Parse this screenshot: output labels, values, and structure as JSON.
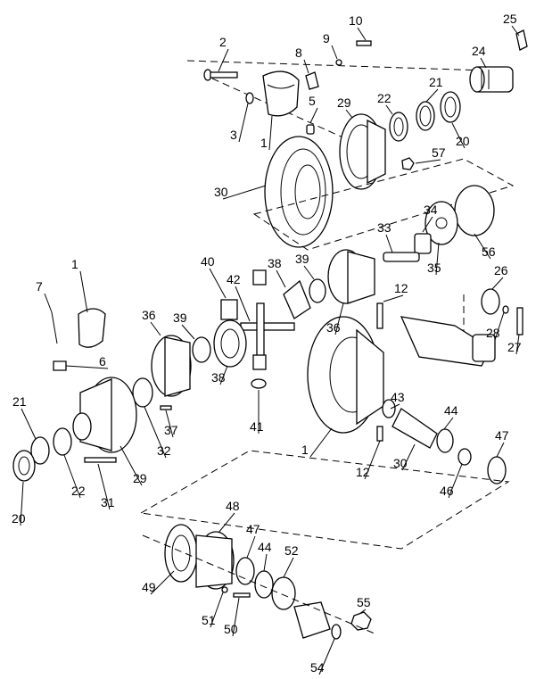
{
  "figure": {
    "type": "exploded parts diagram",
    "callouts": [
      {
        "id": "c10",
        "text": "10"
      },
      {
        "id": "c25",
        "text": "25"
      },
      {
        "id": "c2",
        "text": "2"
      },
      {
        "id": "c9",
        "text": "9"
      },
      {
        "id": "c8",
        "text": "8"
      },
      {
        "id": "c24",
        "text": "24"
      },
      {
        "id": "c5",
        "text": "5"
      },
      {
        "id": "c29a",
        "text": "29"
      },
      {
        "id": "c21a",
        "text": "21"
      },
      {
        "id": "c22a",
        "text": "22"
      },
      {
        "id": "c3",
        "text": "3"
      },
      {
        "id": "c1a",
        "text": "1"
      },
      {
        "id": "c20a",
        "text": "20"
      },
      {
        "id": "c57",
        "text": "57"
      },
      {
        "id": "c30a",
        "text": "30"
      },
      {
        "id": "c34",
        "text": "34"
      },
      {
        "id": "c33",
        "text": "33"
      },
      {
        "id": "c56",
        "text": "56"
      },
      {
        "id": "c35",
        "text": "35"
      },
      {
        "id": "c1b",
        "text": "1"
      },
      {
        "id": "c40",
        "text": "40"
      },
      {
        "id": "c38a",
        "text": "38"
      },
      {
        "id": "c39a",
        "text": "39"
      },
      {
        "id": "c26",
        "text": "26"
      },
      {
        "id": "c7",
        "text": "7"
      },
      {
        "id": "c42",
        "text": "42"
      },
      {
        "id": "c12a",
        "text": "12"
      },
      {
        "id": "c36a",
        "text": "36"
      },
      {
        "id": "c36b",
        "text": "36"
      },
      {
        "id": "c39b",
        "text": "39"
      },
      {
        "id": "c28",
        "text": "28"
      },
      {
        "id": "c27",
        "text": "27"
      },
      {
        "id": "c6",
        "text": "6"
      },
      {
        "id": "c38b",
        "text": "38"
      },
      {
        "id": "c41",
        "text": "41"
      },
      {
        "id": "c43",
        "text": "43"
      },
      {
        "id": "c21b",
        "text": "21"
      },
      {
        "id": "c37",
        "text": "37"
      },
      {
        "id": "c44a",
        "text": "44"
      },
      {
        "id": "c47a",
        "text": "47"
      },
      {
        "id": "c32",
        "text": "32"
      },
      {
        "id": "c1c",
        "text": "1"
      },
      {
        "id": "c29b",
        "text": "29"
      },
      {
        "id": "c30b",
        "text": "30"
      },
      {
        "id": "c22b",
        "text": "22"
      },
      {
        "id": "c31",
        "text": "31"
      },
      {
        "id": "c12b",
        "text": "12"
      },
      {
        "id": "c46",
        "text": "46"
      },
      {
        "id": "c20b",
        "text": "20"
      },
      {
        "id": "c48",
        "text": "48"
      },
      {
        "id": "c47b",
        "text": "47"
      },
      {
        "id": "c44b",
        "text": "44"
      },
      {
        "id": "c52",
        "text": "52"
      },
      {
        "id": "c49",
        "text": "49"
      },
      {
        "id": "c51",
        "text": "51"
      },
      {
        "id": "c50",
        "text": "50"
      },
      {
        "id": "c55",
        "text": "55"
      },
      {
        "id": "c54",
        "text": "54"
      }
    ]
  }
}
